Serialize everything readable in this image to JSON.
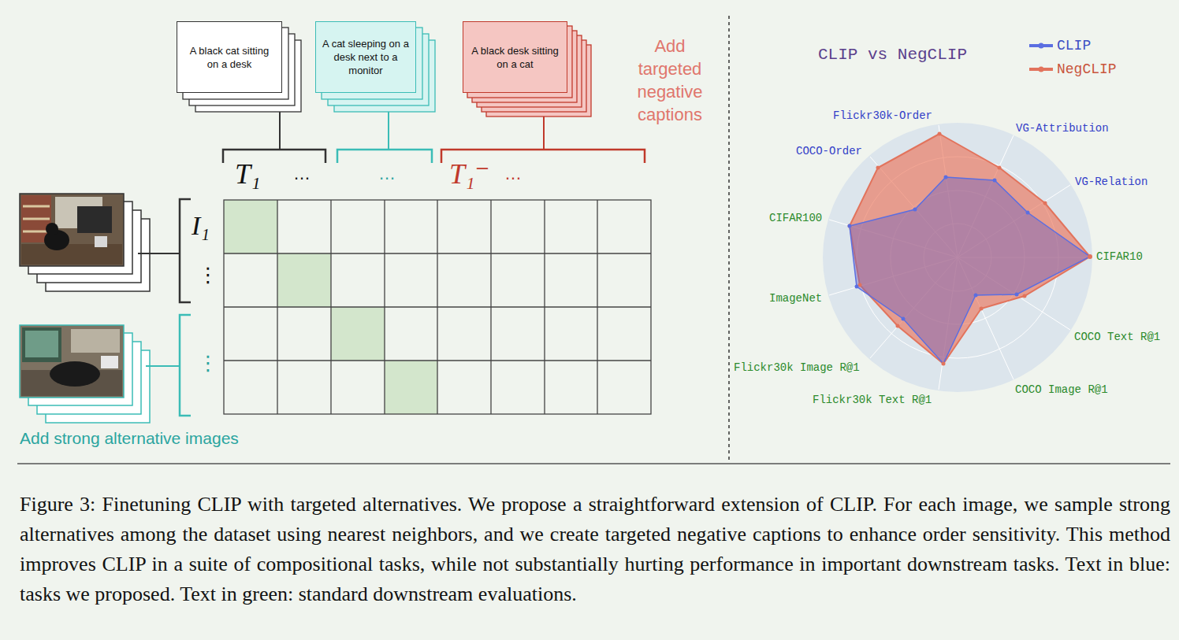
{
  "diagram": {
    "caption": "Figure 3: Finetuning CLIP with targeted alternatives. We propose a straightforward extension of CLIP. For each image, we sample strong alternatives among the dataset using nearest neighbors, and we create targeted negative captions to enhance order sensitivity. This method improves CLIP in a suite of compositional tasks, while not substantially hurting performance in important downstream tasks. Text in blue: tasks we proposed. Text in green: standard downstream evaluations.",
    "nodes": [
      {
        "text": [
          "A black cat sitting on a desk"
        ]
      },
      {
        "text": [
          "A cat sleeping on a desk next to a monitor"
        ]
      },
      {
        "text": [
          "A black desk sitting on a cat"
        ]
      }
    ],
    "labels": [
      "Add targeted negative captions",
      "T₁",
      "…",
      "…",
      "T₁⁻",
      "…",
      "I₁",
      "⋮",
      "⋮",
      "Add strong alternative images",
      "CLIP vs NegCLIP",
      "Flickr30k-Order",
      "VG-Attribution",
      "VG-Relation",
      "CIFAR10",
      "COCO Text R@1",
      "COCO Image R@1",
      "Flickr30k Text R@1",
      "Flickr30k Image R@1",
      "ImageNet",
      "CIFAR100",
      "COCO-Order"
    ],
    "legend": [
      {
        "text": "CLIP",
        "color": "#5b6ee1"
      },
      {
        "text": "NegCLIP",
        "color": "#e2735c"
      }
    ]
  }
}
